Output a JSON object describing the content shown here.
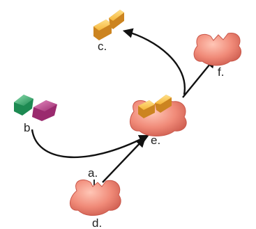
{
  "labels": {
    "a": "a.",
    "b": "b.",
    "c": "c.",
    "d": "d.",
    "e": "e.",
    "f": "f."
  },
  "colors": {
    "enzyme": "#f08a78",
    "enzyme_shadow": "#c9574a",
    "product": "#f5b53a",
    "product_shadow": "#cc8420",
    "substrate_green": "#2ea86a",
    "substrate_pink": "#c0408f",
    "arrow": "#111111"
  }
}
